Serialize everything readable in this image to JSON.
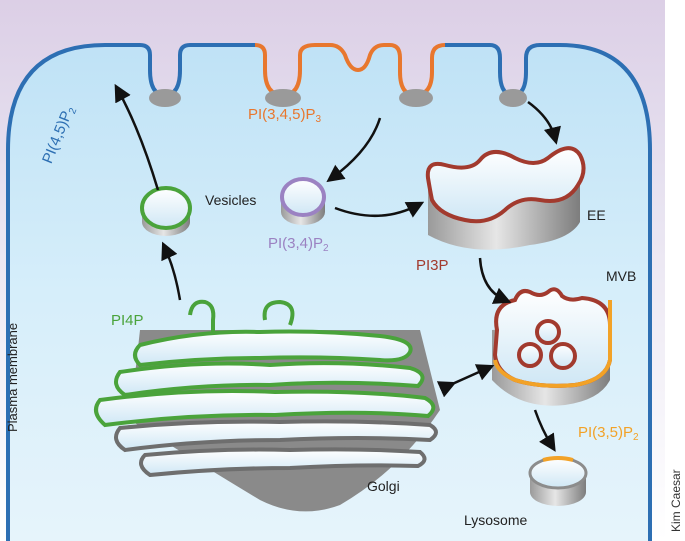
{
  "colors": {
    "cytoplasm": "#cfe9f8",
    "background_top": "#d9cde6",
    "membrane_blue": "#2d6fb3",
    "pip3_orange": "#e8772e",
    "pi34p2_purple": "#9b82c2",
    "pi4p_green": "#4aa33b",
    "pi3p_red": "#a23a2e",
    "pi35p2_yellow": "#f2a227",
    "organelle_grey": "#8c8c8c"
  },
  "labels": {
    "plasma_membrane": "Plasma membrane",
    "pi45p2_base": "PI(4,5)P",
    "pi45p2_sub": "2",
    "pi345p3_base": "PI(3,4,5)P",
    "pi345p3_sub": "3",
    "vesicles": "Vesicles",
    "pi34p2_base": "PI(3,4)P",
    "pi34p2_sub": "2",
    "ee": "EE",
    "pi3p": "PI3P",
    "mvb": "MVB",
    "pi4p": "PI4P",
    "pi35p2_base": "PI(3,5)P",
    "pi35p2_sub": "2",
    "golgi": "Golgi",
    "lysosome": "Lysosome",
    "credit": "Kim Caesar"
  }
}
